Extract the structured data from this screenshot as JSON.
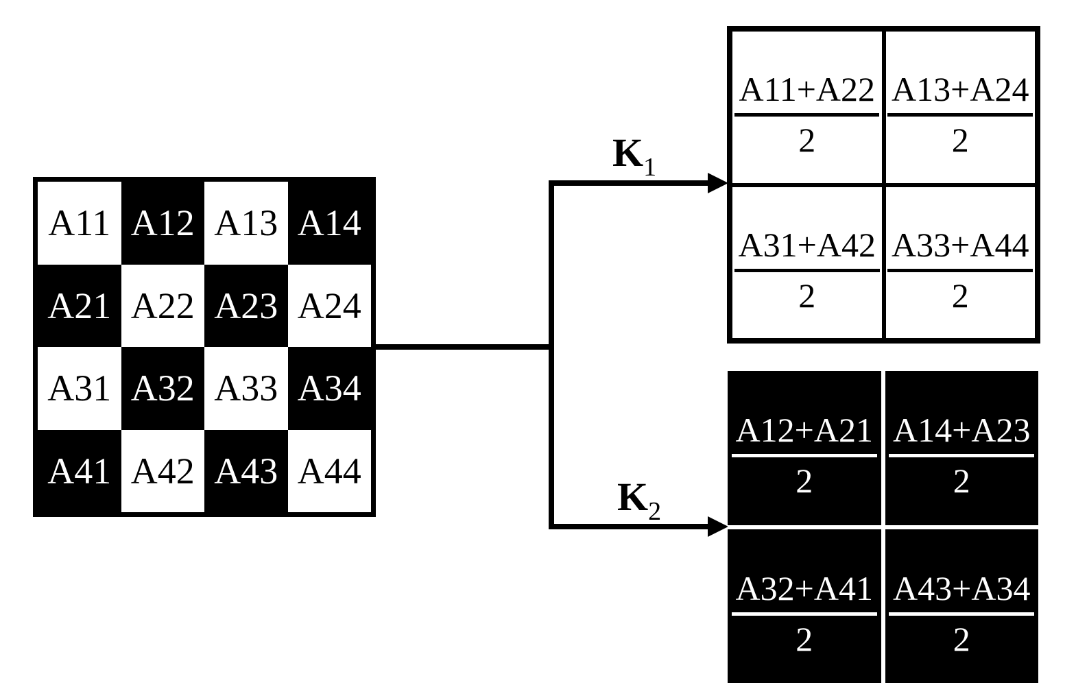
{
  "checkerboard": {
    "cells": [
      {
        "label": "A11",
        "tone": "white"
      },
      {
        "label": "A12",
        "tone": "black"
      },
      {
        "label": "A13",
        "tone": "white"
      },
      {
        "label": "A14",
        "tone": "black"
      },
      {
        "label": "A21",
        "tone": "black"
      },
      {
        "label": "A22",
        "tone": "white"
      },
      {
        "label": "A23",
        "tone": "black"
      },
      {
        "label": "A24",
        "tone": "white"
      },
      {
        "label": "A31",
        "tone": "white"
      },
      {
        "label": "A32",
        "tone": "black"
      },
      {
        "label": "A33",
        "tone": "white"
      },
      {
        "label": "A34",
        "tone": "black"
      },
      {
        "label": "A41",
        "tone": "black"
      },
      {
        "label": "A42",
        "tone": "white"
      },
      {
        "label": "A43",
        "tone": "black"
      },
      {
        "label": "A44",
        "tone": "white"
      }
    ]
  },
  "arrows": {
    "k1": {
      "symbol": "K",
      "subscript": "1"
    },
    "k2": {
      "symbol": "K",
      "subscript": "2"
    }
  },
  "k1_matrix": {
    "cells": [
      {
        "numerator": "A11+A22",
        "denominator": "2"
      },
      {
        "numerator": "A13+A24",
        "denominator": "2"
      },
      {
        "numerator": "A31+A42",
        "denominator": "2"
      },
      {
        "numerator": "A33+A44",
        "denominator": "2"
      }
    ]
  },
  "k2_matrix": {
    "cells": [
      {
        "numerator": "A12+A21",
        "denominator": "2"
      },
      {
        "numerator": "A14+A23",
        "denominator": "2"
      },
      {
        "numerator": "A32+A41",
        "denominator": "2"
      },
      {
        "numerator": "A43+A34",
        "denominator": "2"
      }
    ]
  },
  "colors": {
    "black": "#000000",
    "white": "#ffffff"
  }
}
